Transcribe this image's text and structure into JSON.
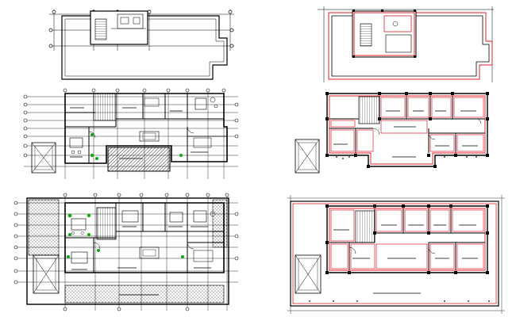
{
  "drawing": {
    "sheets": [
      {
        "id": "roof-plan-black",
        "style": "black"
      },
      {
        "id": "roof-plan-red",
        "style": "red"
      },
      {
        "id": "first-floor-black",
        "style": "black"
      },
      {
        "id": "first-floor-red",
        "style": "red"
      },
      {
        "id": "ground-floor-black",
        "style": "black"
      },
      {
        "id": "ground-floor-red",
        "style": "red"
      }
    ],
    "colors": {
      "line": "#000000",
      "wall_red": "#e0202a",
      "furniture_green": "#18a418",
      "background": "#ffffff"
    }
  }
}
